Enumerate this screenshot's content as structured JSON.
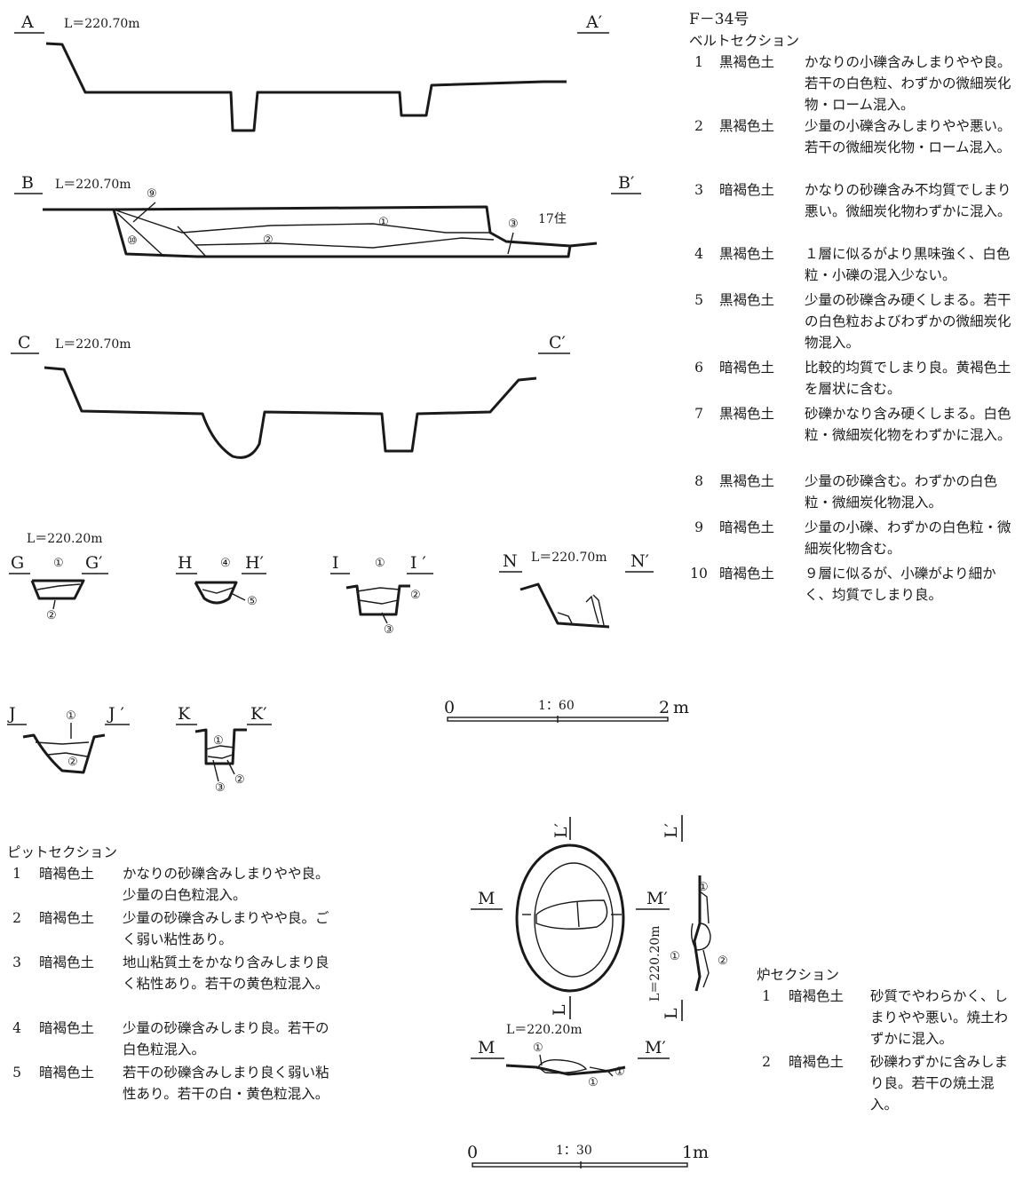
{
  "title": "F－34号",
  "belt": {
    "heading": "ベルトセクション",
    "layers": [
      {
        "no": "1",
        "color": "黒褐色土",
        "desc": "かなりの小礫含みしまりやや良。若干の白色粒、わずかの微細炭化物・ローム混入。"
      },
      {
        "no": "2",
        "color": "黒褐色土",
        "desc": "少量の小礫含みしまりやや悪い。若干の微細炭化物・ローム混入。"
      },
      {
        "no": "3",
        "color": "暗褐色土",
        "desc": "かなりの砂礫含み不均質でしまり悪い。微細炭化物わずかに混入。"
      },
      {
        "no": "4",
        "color": "黒褐色土",
        "desc": "１層に似るがより黒味強く、白色粒・小礫の混入少ない。"
      },
      {
        "no": "5",
        "color": "黒褐色土",
        "desc": "少量の砂礫含み硬くしまる。若干の白色粒およびわずかの微細炭化物混入。"
      },
      {
        "no": "6",
        "color": "暗褐色土",
        "desc": "比較的均質でしまり良。黄褐色土を層状に含む。"
      },
      {
        "no": "7",
        "color": "黒褐色土",
        "desc": "砂礫かなり含み硬くしまる。白色粒・微細炭化物をわずかに混入。"
      },
      {
        "no": "8",
        "color": "黒褐色土",
        "desc": "少量の砂礫含む。わずかの白色粒・微細炭化物混入。"
      },
      {
        "no": "9",
        "color": "暗褐色土",
        "desc": "少量の小礫、わずかの白色粒・微細炭化物含む。"
      },
      {
        "no": "10",
        "color": "暗褐色土",
        "desc": "９層に似るが、小礫がより細かく、均質でしまり良。"
      }
    ]
  },
  "pit": {
    "heading": "ピットセクション",
    "layers": [
      {
        "no": "1",
        "color": "暗褐色土",
        "desc": "かなりの砂礫含みしまりやや良。少量の白色粒混入。"
      },
      {
        "no": "2",
        "color": "暗褐色土",
        "desc": "少量の砂礫含みしまりやや良。ごく弱い粘性あり。"
      },
      {
        "no": "3",
        "color": "暗褐色土",
        "desc": "地山粘質土をかなり含みしまり良く粘性あり。若干の黄色粒混入。"
      },
      {
        "no": "4",
        "color": "暗褐色土",
        "desc": "少量の砂礫含みしまり良。若干の白色粒混入。"
      },
      {
        "no": "5",
        "color": "暗褐色土",
        "desc": "若干の砂礫含みしまり良く弱い粘性あり。若干の白・黄色粒混入。"
      }
    ]
  },
  "hearth": {
    "heading": "炉セクション",
    "layers": [
      {
        "no": "1",
        "color": "暗褐色土",
        "desc": "砂質でやわらかく、しまりやや悪い。焼土わずかに混入。"
      },
      {
        "no": "2",
        "color": "暗褐色土",
        "desc": "砂礫わずかに含みしまり良。若干の焼土混入。"
      }
    ]
  },
  "diagram": {
    "level_a": "L＝220.70m",
    "level_b": "L＝220.70m",
    "level_c": "L＝220.70m",
    "level_g": "L＝220.20m",
    "level_n": "L＝220.70m",
    "level_hearth_v": "L＝220.20m",
    "level_hearth_h": "L＝220.20m",
    "label_17": "17住",
    "labels": {
      "A": "A",
      "A2": "A′",
      "B": "B",
      "B2": "B′",
      "C": "C",
      "C2": "C′",
      "G": "G",
      "G2": "G′",
      "H": "H",
      "H2": "H′",
      "I": "I",
      "I2": "I ′",
      "N": "N",
      "N2": "N′",
      "J": "J",
      "J2": "J ′",
      "K": "K",
      "K2": "K′",
      "L": "L",
      "L2": "L′",
      "M": "M",
      "M2": "M′"
    },
    "circled": {
      "c1": "①",
      "c2": "②",
      "c3": "③",
      "c4": "④",
      "c5": "⑤",
      "c9": "⑨",
      "c10": "⑩"
    },
    "scale60": {
      "start": "0",
      "ratio": "1：60",
      "end": "2",
      "unit": "m"
    },
    "scale30": {
      "start": "0",
      "ratio": "1：30",
      "end": "1",
      "unit": "m"
    }
  }
}
